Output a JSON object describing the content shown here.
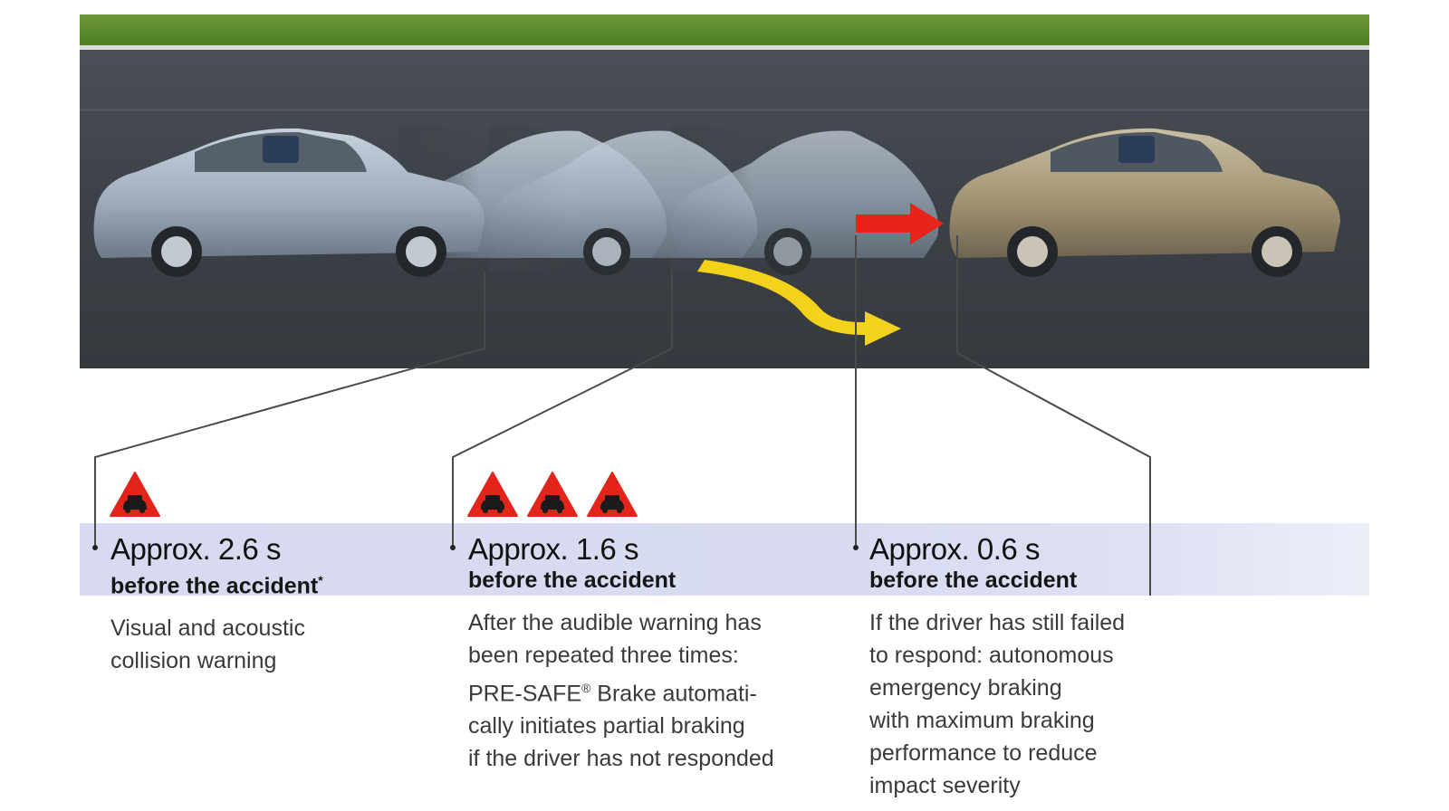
{
  "colors": {
    "grass": "#5a8f2a",
    "road": "#3e4449",
    "band": "#d8dbf0",
    "warning_red": "#e3241b",
    "red_arrow": "#e8231a",
    "yellow_arrow": "#f3d21b",
    "car_silver": "#a8b4c2",
    "car_gold": "#a89a7c"
  },
  "icons": {
    "warning": "collision-warning-triangle-icon"
  },
  "stages": [
    {
      "warnings": 1,
      "approx": "Approx. 2.6 s",
      "before": "before the accident",
      "footnote_mark": "*",
      "desc_lines": [
        "Visual and acoustic",
        "collision warning"
      ]
    },
    {
      "warnings": 3,
      "approx": "Approx. 1.6 s",
      "before": "before the accident",
      "footnote_mark": "",
      "desc_lines": [
        "After the audible warning has",
        "been repeated three times:",
        "PRE-SAFE",
        "cally initiates partial braking",
        "if the driver has not responded"
      ],
      "registered_mark": "®",
      "desc_line3_rest": " Brake automati-"
    },
    {
      "warnings": 0,
      "approx": "Approx. 0.6 s",
      "before": "before the accident",
      "footnote_mark": "",
      "desc_lines": [
        "If the driver has still failed",
        "to respond: autonomous",
        "emergency braking",
        "with maximum braking",
        "performance to reduce",
        "impact severity"
      ]
    }
  ]
}
